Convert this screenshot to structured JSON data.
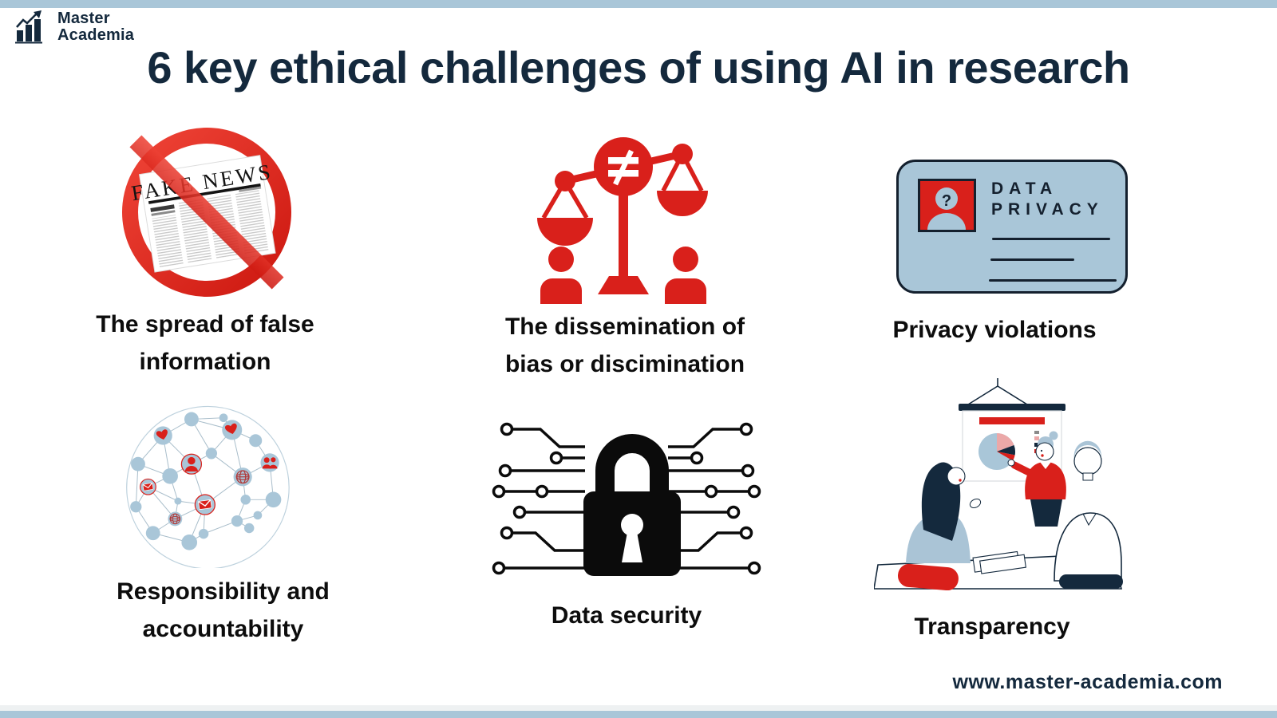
{
  "page": {
    "title": "6 key ethical challenges of using AI in research",
    "footer_url": "www.master-academia.com"
  },
  "logo": {
    "line1": "Master",
    "line2": "Academia"
  },
  "colors": {
    "accent_red": "#d9201b",
    "navy": "#14293d",
    "light_blue": "#a9c6d8",
    "text_black": "#0d0d0d"
  },
  "items": [
    {
      "id": "false-information",
      "icon": "fake-news-ban-icon",
      "label": "The spread of false information",
      "masthead": "FAKE NEWS"
    },
    {
      "id": "bias-discrimination",
      "icon": "unbalanced-scales-icon",
      "label": "The dissemination of bias or discimination"
    },
    {
      "id": "privacy-violations",
      "icon": "data-privacy-card-icon",
      "label": "Privacy violations",
      "card": {
        "line1": "DATA",
        "line2": "PRIVACY",
        "photo_glyph": "?"
      }
    },
    {
      "id": "responsibility",
      "icon": "network-globe-icon",
      "label": "Responsibility and accountability"
    },
    {
      "id": "data-security",
      "icon": "circuit-padlock-icon",
      "label": "Data security"
    },
    {
      "id": "transparency",
      "icon": "presentation-meeting-illustration",
      "label": "Transparency"
    }
  ]
}
